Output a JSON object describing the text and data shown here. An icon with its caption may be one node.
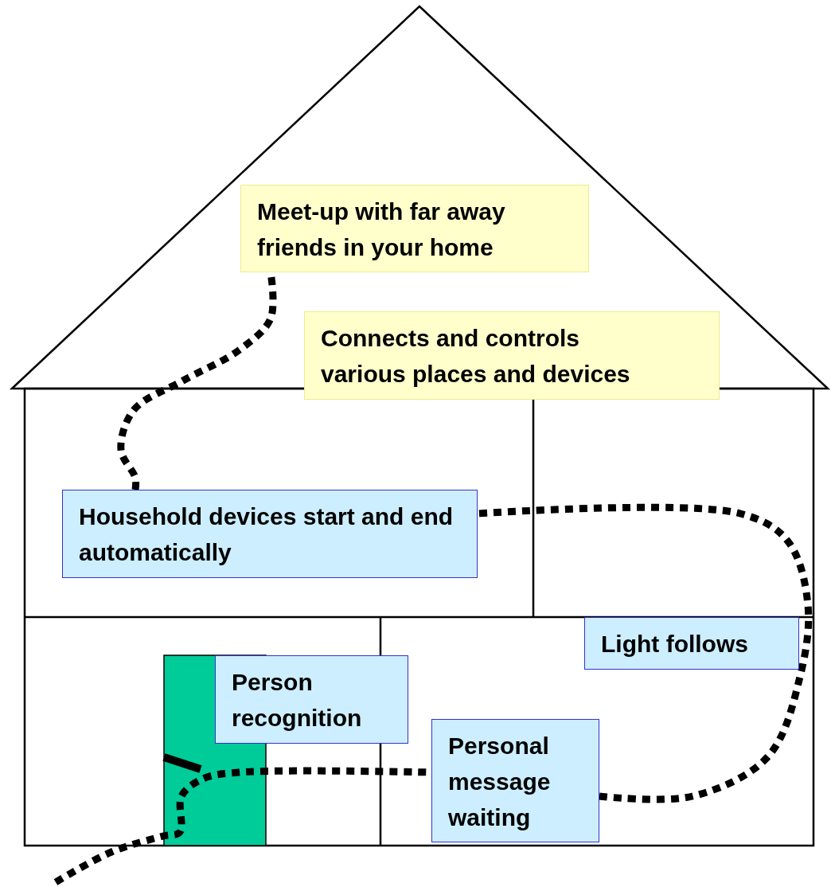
{
  "diagram": {
    "nodes": [
      {
        "text": [
          "Meet-up with far away friends in your home"
        ]
      },
      {
        "text": [
          "Connects and controls various places and devices"
        ]
      },
      {
        "text": [
          "Household devices start and end automatically"
        ]
      },
      {
        "text": [
          "Light follows"
        ]
      },
      {
        "text": [
          "Person recognition"
        ]
      },
      {
        "text": [
          "Personal message waiting"
        ]
      }
    ],
    "edges": [
      {
        "from": null,
        "to": 5,
        "arrow": "none",
        "style": "dashed"
      },
      {
        "from": 5,
        "to": 2,
        "arrow": "none",
        "style": "dashed"
      },
      {
        "from": 2,
        "to": 0,
        "arrow": "none",
        "style": "dashed"
      }
    ]
  }
}
